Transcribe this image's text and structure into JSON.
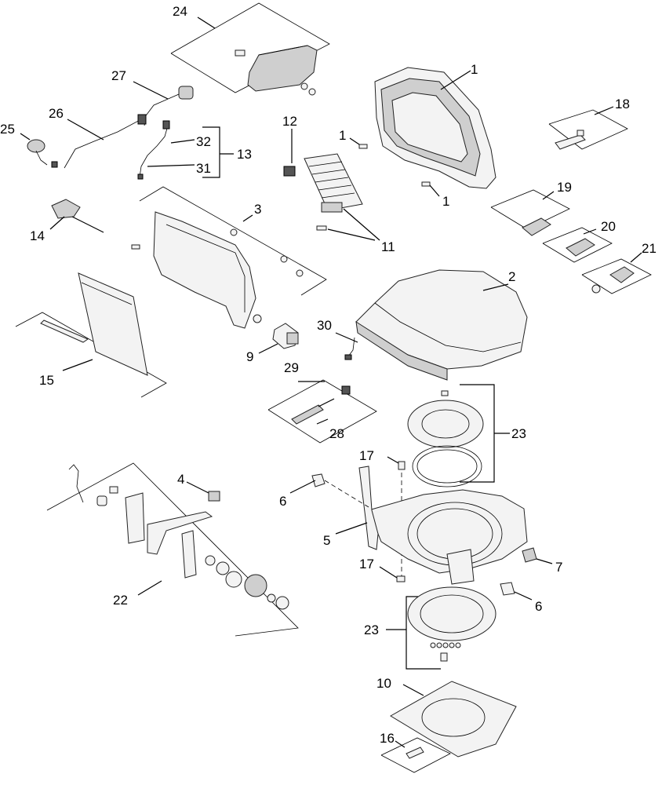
{
  "diagram": {
    "callouts": {
      "c1a": "1",
      "c1b": "1",
      "c1c": "1",
      "c2": "2",
      "c3": "3",
      "c4": "4",
      "c5": "5",
      "c6a": "6",
      "c6b": "6",
      "c7": "7",
      "c9": "9",
      "c10": "10",
      "c11": "11",
      "c12": "12",
      "c13": "13",
      "c14": "14",
      "c15": "15",
      "c16": "16",
      "c17a": "17",
      "c17b": "17",
      "c18": "18",
      "c19": "19",
      "c20": "20",
      "c21": "21",
      "c22": "22",
      "c23a": "23",
      "c23b": "23",
      "c24": "24",
      "c25": "25",
      "c26": "26",
      "c27": "27",
      "c28": "28",
      "c29": "29",
      "c30": "30",
      "c31": "31",
      "c32": "32"
    }
  }
}
